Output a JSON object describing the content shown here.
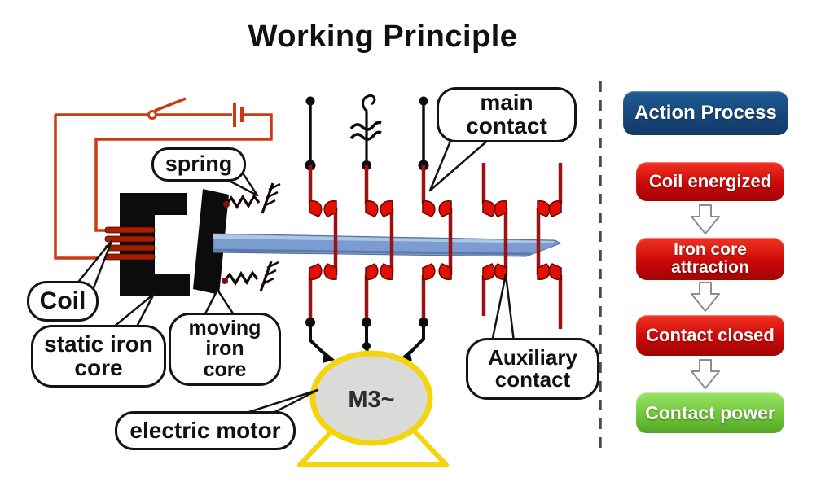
{
  "title": "Working Principle",
  "diagram": {
    "labels": {
      "spring": "spring",
      "coil": "Coil",
      "static_iron_core": "static iron\ncore",
      "moving_iron_core": "moving\niron\ncore",
      "electric_motor": "electric motor",
      "main_contact": "main\ncontact",
      "auxiliary_contact": "Auxiliary\ncontact"
    },
    "motor_label": "M3~",
    "colors": {
      "wire_red": "#cc3a12",
      "contact_red": "#e11000",
      "shaft_blue": "#7b9ccf",
      "core_black": "#0c0c0c",
      "motor_yellow": "#f4d40c"
    }
  },
  "flowchart": {
    "header": {
      "label": "Action Process",
      "color": "#17477c"
    },
    "steps": [
      {
        "label": "Coil energized",
        "color": "#cb0909"
      },
      {
        "label": "Iron core\nattraction",
        "color": "#cb0909"
      },
      {
        "label": "Contact closed",
        "color": "#cb0909"
      },
      {
        "label": "Contact power",
        "color": "#6cc437"
      }
    ]
  }
}
